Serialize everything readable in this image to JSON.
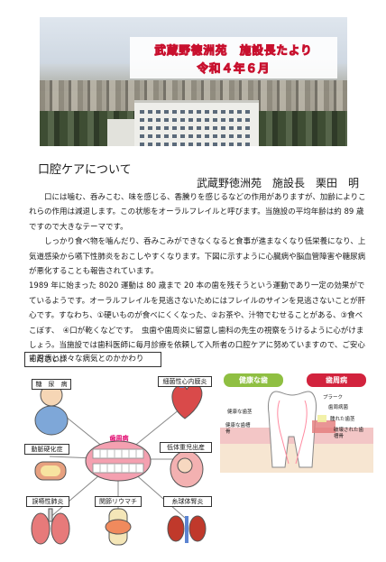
{
  "header": {
    "title_line1": "武蔵野徳洲苑　施設長たより",
    "title_line2": "令和４年６月"
  },
  "article": {
    "heading": "口腔ケアについて",
    "author": "武蔵野徳洲苑　施設長　栗田　明",
    "paragraphs": [
      "口には噛む、呑みこむ、味を感じる、香騰りを感じるなどの作用がありますが、加齢によりこれらの作用は減退します。この状態をオーラルフレイルと呼びます。当施設の平均年齢は約 89 歳ですので大きなテーマです。",
      "しっかり食べ物を噛んだり、呑みこみができなくなると食事が進まなくなり低栄養になり、上気道感染から嚥下性肺炎をおこしやすくなります。下図に示すように心臓病や脳血管障害や糖尿病が悪化することも報告されています。",
      "1989 年に始まった 8020 運動は 80 歳まで 20 本の歯を残そうという運動であり一定の効果がでているようです。オーラルフレイルを見逃さないためにはフレイルのサインを見逃さないことが肝心です。すなわち、①硬いものが食べにくくなった、②お茶や、汁物でむせることがある、③食べこぼす、　④口が乾くなどです。　虫歯や歯周炎に留意し歯科の先生の視察をうけるように心がけましょう。当施設では歯科医師に毎月診療を依頼して入所者の口腔ケアに努めていますので、ご安心ください。"
    ]
  },
  "figure_left": {
    "section_label": "歯周病と様々な病気とのかかわり",
    "center_label": "歯周病",
    "labels": [
      "糖　尿　病",
      "動脈硬化症",
      "誤嚥性肺炎",
      "関節リウマチ",
      "細菌性心内膜炎",
      "低体重児出産",
      "糸球体腎炎"
    ]
  },
  "figure_right": {
    "tab_healthy": "健康な歯",
    "tab_disease": "歯周病",
    "labels": {
      "healthy_gum": "健康な歯茎",
      "healthy_bone": "健康な歯槽骨",
      "plaque": "プラーク",
      "bacteria": "歯周病菌",
      "swollen_gum": "腫れた歯茎",
      "destroyed_bone": "破壊された歯槽骨"
    }
  },
  "colors": {
    "title_outline": "#c8102e",
    "healthy_tab": "#8fbf42",
    "disease_tab": "#d2233d",
    "accent_pink": "#e0006a"
  }
}
